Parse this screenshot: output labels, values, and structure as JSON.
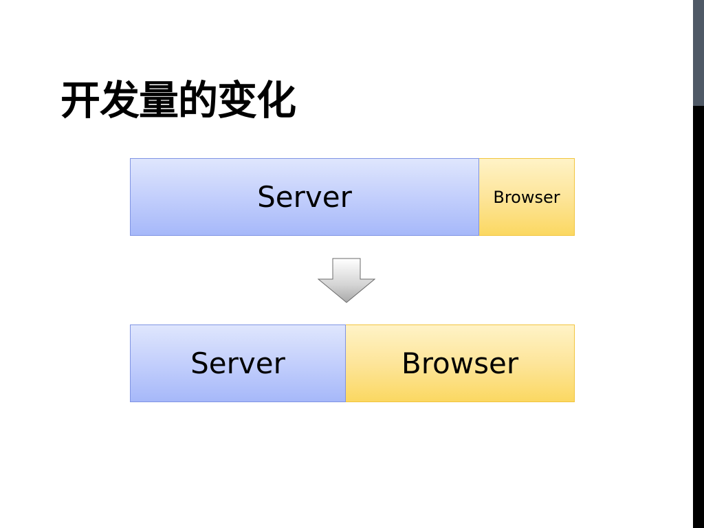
{
  "slide": {
    "title": "开发量的变化"
  },
  "diagram": {
    "before": {
      "server_label": "Server",
      "browser_label": "Browser",
      "server_share": 0.785,
      "browser_share": 0.215
    },
    "after": {
      "server_label": "Server",
      "browser_label": "Browser",
      "server_share": 0.485,
      "browser_share": 0.515
    },
    "arrow_icon": "arrow-down-icon"
  },
  "colors": {
    "server_fill": "#b8c6fb",
    "browser_fill": "#fde08a",
    "side_bar_top": "#4f5966",
    "side_bar_bottom": "#000000"
  }
}
